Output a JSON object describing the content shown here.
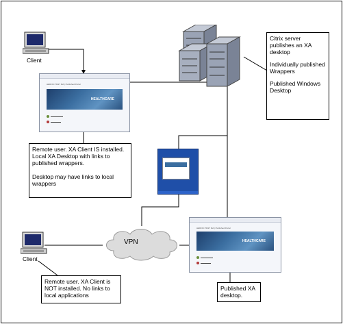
{
  "nodes": {
    "client_top": {
      "label": "Client"
    },
    "client_bottom": {
      "label": "Client"
    },
    "cloud": {
      "label": "VPN"
    }
  },
  "notes": {
    "server": [
      "Citrix server publishes an XA desktop",
      "Individually published Wrappers",
      "Published Windows Desktop"
    ],
    "remote_installed": [
      "Remote user.  XA Client IS installed. Local XA Desktop with links to published wrappers.",
      "Desktop may have links to local wrappers"
    ],
    "remote_not_installed": "Remote user.  XA Client is NOT installed. No links to local applications",
    "published_xa": "Published XA desktop."
  },
  "screenshots": {
    "top": {
      "title": "HEROIC TEST MA | Published Portal",
      "brand": "HEALTHCARE"
    },
    "bottom": {
      "title": "HEROIC TEST MA | Published Portal",
      "brand": "HEALTHCARE"
    }
  },
  "colors": {
    "monitor_screen": "#1e2a6b",
    "server_body": "#9aa3b5",
    "cloud_fill": "#dcdcdc",
    "banner": "#2a5585",
    "desktop_bg": "#1f4fa8"
  }
}
